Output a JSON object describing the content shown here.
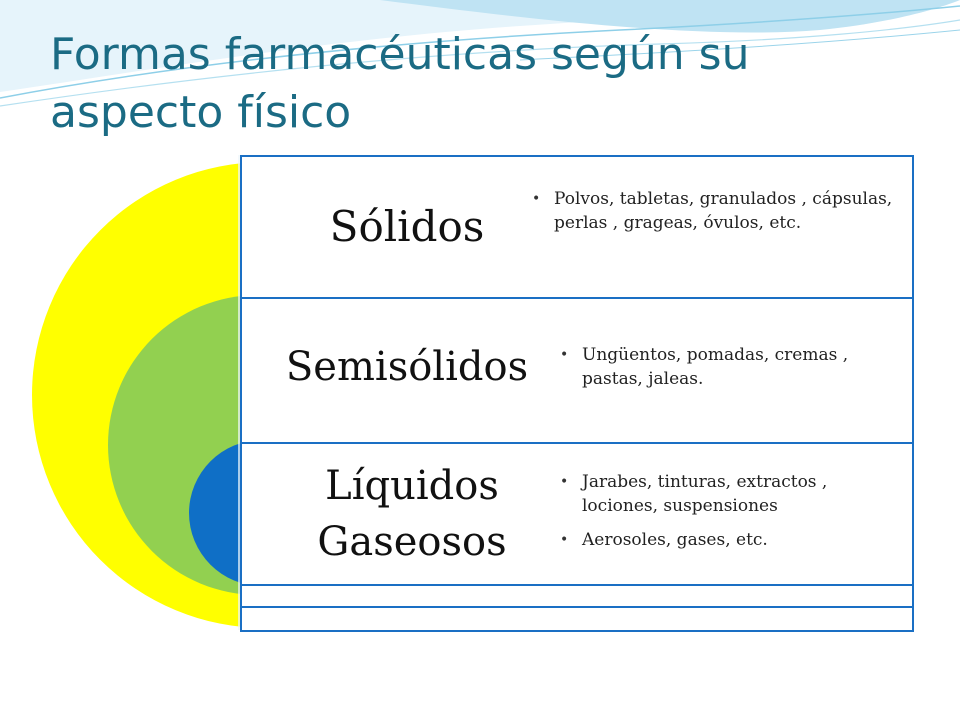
{
  "slide": {
    "title": "Formas farmacéuticas según su aspecto físico"
  },
  "colors": {
    "title": "#1b6b84",
    "outer_ring": "#ffff00",
    "middle_ring": "#92d050",
    "inner_ring": "#0f6fc6",
    "panel_border": "#1a6fc4"
  },
  "categories": [
    {
      "name": "Sólidos",
      "items": [
        "Polvos, tabletas, granulados , cápsulas, perlas , grageas, óvulos, etc."
      ]
    },
    {
      "name": "Semisólidos",
      "items": [
        "Ungüentos, pomadas, cremas , pastas, jaleas."
      ]
    },
    {
      "name": "Líquidos Gaseosos",
      "items": [
        "Jarabes, tinturas, extractos , lociones, suspensiones",
        "Aerosoles, gases, etc."
      ]
    }
  ]
}
